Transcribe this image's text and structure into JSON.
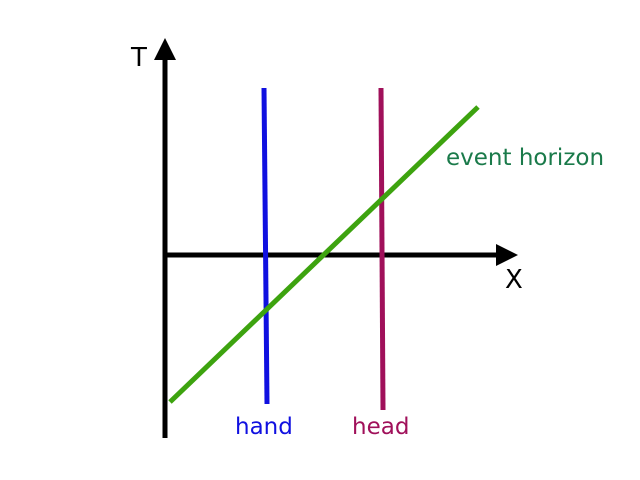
{
  "axes": {
    "t_label": "T",
    "x_label": "X"
  },
  "worldlines": {
    "hand": {
      "label": "hand",
      "color": "#1010e0"
    },
    "head": {
      "label": "head",
      "color": "#a0105a"
    }
  },
  "horizon": {
    "label": "event horizon",
    "line_color": "#3da30f",
    "label_color": "#1a7a4a"
  },
  "axis_color": "#000000"
}
